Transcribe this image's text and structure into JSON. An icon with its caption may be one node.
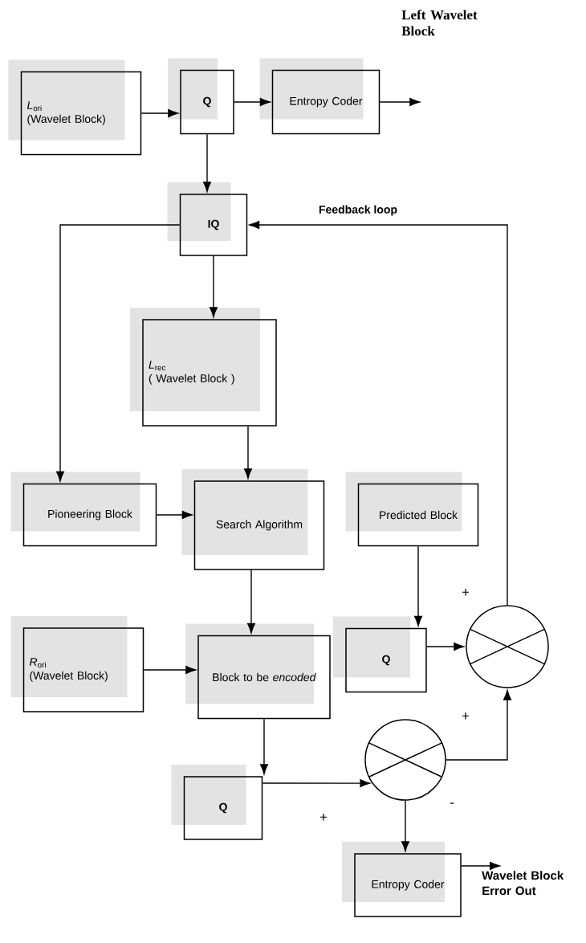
{
  "diagram": {
    "nodes": [
      {
        "text": [
          "*L*$_{ori}$",
          "(Wavelet Block)"
        ]
      },
      {
        "text": [
          "Q"
        ]
      },
      {
        "text": [
          "Entropy Coder"
        ]
      },
      {
        "text": [
          "IQ"
        ]
      },
      {
        "text": [
          "*L*$_{rec}$",
          "( Wavelet Block )"
        ]
      },
      {
        "text": [
          "Pioneering Block"
        ]
      },
      {
        "text": [
          "Search Algorithm"
        ]
      },
      {
        "text": [
          "Predicted Block"
        ]
      },
      {
        "text": [
          "*R*$_{ori}$",
          "(Wavelet Block)"
        ]
      },
      {
        "text": [
          "Block to be *encoded*"
        ]
      },
      {
        "text": [
          "Q"
        ]
      },
      {
        "text": [],
        "shape": "circle"
      },
      {
        "text": [
          "Q"
        ]
      },
      {
        "text": [],
        "shape": "circle"
      },
      {
        "text": [
          "Entropy Coder"
        ]
      },
      {
        "text": [
          "Wavelet Block Error Out"
        ]
      }
    ],
    "edges": [
      {
        "from": 0,
        "to": 1,
        "arrow": "to"
      },
      {
        "from": 1,
        "to": 2,
        "arrow": "to"
      },
      {
        "from": 2,
        "to": null,
        "arrow": "to"
      },
      {
        "from": 1,
        "to": 3,
        "arrow": "to"
      },
      {
        "from": 3,
        "to": 5,
        "arrow": "to"
      },
      {
        "from": 3,
        "to": 4,
        "arrow": "to"
      },
      {
        "from": 4,
        "to": 6,
        "arrow": "to"
      },
      {
        "from": 5,
        "to": 6,
        "arrow": "to"
      },
      {
        "from": 7,
        "to": 10,
        "arrow": "to"
      },
      {
        "from": 6,
        "to": 9,
        "arrow": "to"
      },
      {
        "from": 8,
        "to": 9,
        "arrow": "to"
      },
      {
        "from": 10,
        "to": 11,
        "arrow": "to"
      },
      {
        "from": 9,
        "to": 12,
        "arrow": "to"
      },
      {
        "from": 12,
        "to": 13,
        "arrow": "to"
      },
      {
        "from": 13,
        "to": 11,
        "arrow": "to"
      },
      {
        "from": 13,
        "to": 14,
        "arrow": "to"
      },
      {
        "from": 14,
        "to": 15,
        "arrow": "to"
      },
      {
        "from": 11,
        "to": 3,
        "arrow": "to",
        "label": "Feedback loop"
      }
    ],
    "labels": [
      "Left Wavelet Block",
      "+",
      "+",
      "-",
      "+"
    ]
  }
}
